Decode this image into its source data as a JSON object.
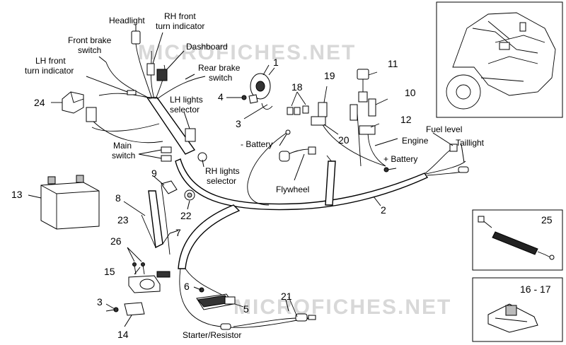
{
  "watermark": "MICROFICHES.NET",
  "labels": {
    "headlight": "Headlight",
    "rh_front_turn": [
      "RH front",
      "turn indicator"
    ],
    "front_brake": [
      "Front brake",
      "switch"
    ],
    "dashboard": "Dashboard",
    "rear_brake": [
      "Rear brake",
      "switch"
    ],
    "lh_front_turn": [
      "LH front",
      "turn indicator"
    ],
    "lh_lights": [
      "LH lights",
      "selector"
    ],
    "main_switch": [
      "Main",
      "switch"
    ],
    "rh_lights": [
      "RH lights",
      "selector"
    ],
    "minus_battery": "- Battery",
    "flywheel": "Flywheel",
    "engine": "Engine",
    "plus_battery": "+ Battery",
    "fuel_level": "Fuel level",
    "taillight": "Taillight",
    "starter": "Starter/Resistor"
  },
  "numbers": {
    "n1": "1",
    "n2": "2",
    "n3a": "3",
    "n3b": "3",
    "n4": "4",
    "n5": "5",
    "n6": "6",
    "n7": "7",
    "n8": "8",
    "n9": "9",
    "n10": "10",
    "n11": "11",
    "n12": "12",
    "n13": "13",
    "n14": "14",
    "n15": "15",
    "n18": "18",
    "n19": "19",
    "n20": "20",
    "n21": "21",
    "n22": "22",
    "n23": "23",
    "n24": "24",
    "n25": "25",
    "n26": "26",
    "n16_17": "16 - 17"
  }
}
